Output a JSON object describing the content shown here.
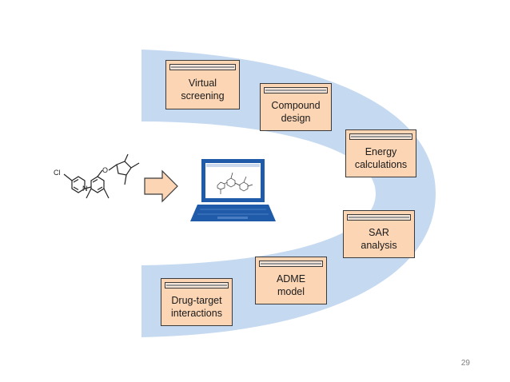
{
  "molecule": {
    "halogen_label": "Cl",
    "nitrogen_label": "N",
    "oxygen_label": "O"
  },
  "steps": [
    {
      "id": "virtual-screening",
      "label": "Virtual\nscreening"
    },
    {
      "id": "compound-design",
      "label": "Compound\ndesign"
    },
    {
      "id": "energy-calculations",
      "label": "Energy\ncalculations"
    },
    {
      "id": "sar-analysis",
      "label": "SAR\nanalysis"
    },
    {
      "id": "adme-model",
      "label": "ADME\nmodel"
    },
    {
      "id": "drug-target-interactions",
      "label": "Drug-target\ninteractions"
    }
  ],
  "page_number": "29",
  "colors": {
    "band": "#c5d9f1",
    "box_fill": "#fcd5b5",
    "arrow_fill": "#fcd5b5",
    "laptop": "#1f5ba8"
  }
}
